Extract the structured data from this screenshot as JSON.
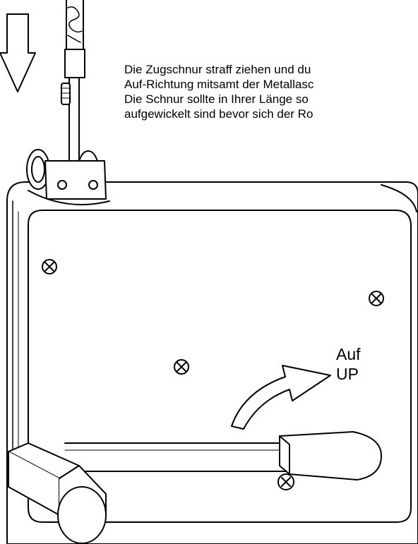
{
  "instructions": {
    "lines": [
      "Die Zugschnur straff ziehen und du",
      "Auf-Richtung mitsamt der Metallasc",
      "Die Schnur sollte in Ihrer Länge so",
      "aufgewickelt sind bevor sich der Ro"
    ]
  },
  "direction_label": {
    "line1": "Auf",
    "line2": "UP"
  }
}
